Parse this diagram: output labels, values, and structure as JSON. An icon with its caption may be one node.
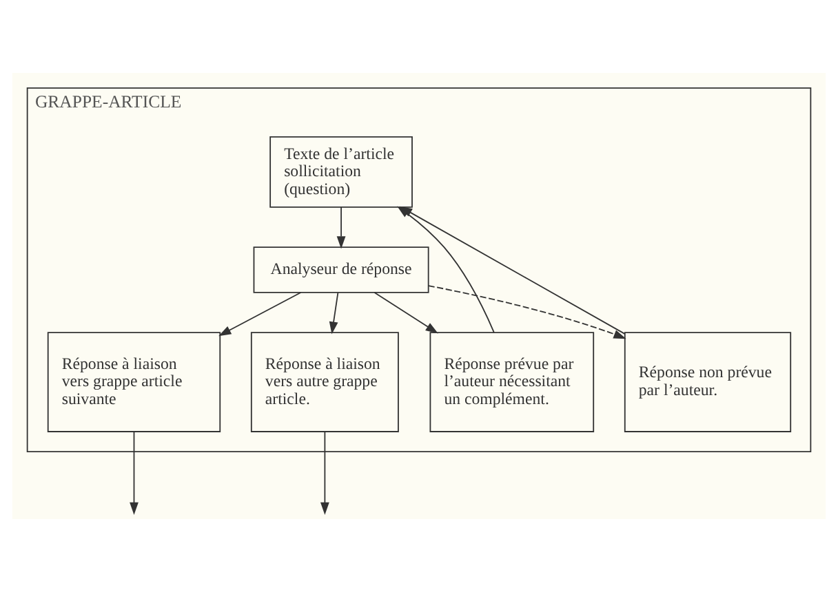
{
  "diagram": {
    "nodes": [
      {
        "text": [
          "GRAPPE-ARTICLE"
        ]
      },
      {
        "text": [
          "Texte de l’article sollicitation (question)"
        ],
        "in": 0
      },
      {
        "text": [
          "Analyseur de réponse"
        ],
        "in": 0
      },
      {
        "text": [
          "Réponse à liaison vers grappe article suivante"
        ],
        "in": 0
      },
      {
        "text": [
          "Réponse à liaison vers autre grappe article."
        ],
        "in": 0
      },
      {
        "text": [
          "Réponse prévue par l’auteur nécessitant un complément."
        ],
        "in": 0
      },
      {
        "text": [
          "Réponse non prévue par l’auteur."
        ],
        "in": 0
      }
    ],
    "edges": [
      {
        "from": 1,
        "to": 2,
        "arrow": "to"
      },
      {
        "from": 2,
        "to": 3,
        "arrow": "to"
      },
      {
        "from": 2,
        "to": 4,
        "arrow": "to"
      },
      {
        "from": 2,
        "to": 5,
        "arrow": "to"
      },
      {
        "from": 2,
        "to": 6,
        "arrow": "to",
        "style": "dashed"
      },
      {
        "from": 5,
        "to": 1,
        "arrow": "to"
      },
      {
        "from": 6,
        "to": 1,
        "arrow": "to"
      },
      {
        "from": 3,
        "to": null,
        "arrow": "to"
      },
      {
        "from": 4,
        "to": null,
        "arrow": "to"
      }
    ]
  }
}
